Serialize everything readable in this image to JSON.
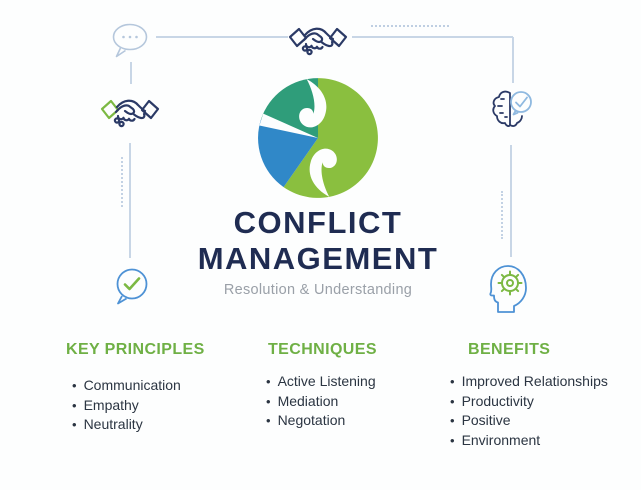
{
  "center": {
    "title_line1": "CONFLICT",
    "title_line2": "MANAGEMENT",
    "subtitle": "Resolution & Understanding"
  },
  "columns": [
    {
      "header": "KEY PRINCIPLES",
      "items": [
        "Communication",
        "Empathy",
        "Neutrality"
      ]
    },
    {
      "header": "TECHNIQUES",
      "items": [
        "Active Listening",
        "Mediation",
        "Negotation"
      ]
    },
    {
      "header": "BENEFITS",
      "items": [
        "Improved Relationships",
        "Productivity",
        "Positive",
        "Environment"
      ]
    }
  ],
  "glyphs": {
    "bullet": "•"
  },
  "icons": {
    "top_left": "chat-bubble-ellipsis-icon",
    "middle_left": "handshake-green-cuff-icon",
    "top_center": "handshake-icon",
    "top_right": "brain-check-icon",
    "bottom_left": "chat-bubble-check-icon",
    "bottom_right": "head-gear-icon"
  },
  "theme": {
    "background": "#fdfefe",
    "title_navy": "#1f2c52",
    "subtitle_gray": "#9aa0a8",
    "accent_green": "#6fb045",
    "body_text": "#2b3542",
    "icon_navy": "#2b3a66",
    "icon_blue": "#4e92d5",
    "icon_light_blue": "#b5c7dc",
    "icon_green": "#7cb943",
    "line_blue": "#c8d6e6",
    "logo_teal": "#2f9d7a",
    "logo_green": "#8abf3f",
    "logo_blue": "#3088c8"
  }
}
